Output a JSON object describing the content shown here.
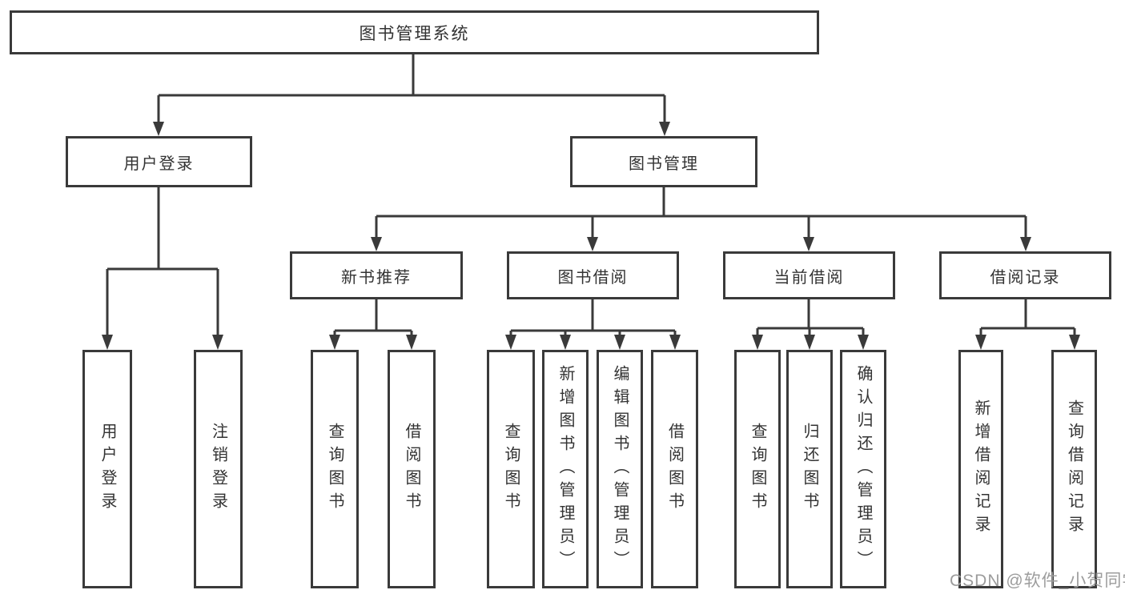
{
  "colors": {
    "line": "#3a3a3a",
    "text": "#333333",
    "box_fill": "#ffffff",
    "watermark": "#9c9c9c",
    "background": "#ffffff"
  },
  "watermark": {
    "text": "CSDN @软件_小贺同学"
  },
  "tree": {
    "label": "图书管理系统",
    "children": [
      {
        "label": "用户登录",
        "children": [
          {
            "label": "用户登录"
          },
          {
            "label": "注销登录"
          }
        ]
      },
      {
        "label": "图书管理",
        "children": [
          {
            "label": "新书推荐",
            "children": [
              {
                "label": "查询图书"
              },
              {
                "label": "借阅图书"
              }
            ]
          },
          {
            "label": "图书借阅",
            "children": [
              {
                "label": "查询图书"
              },
              {
                "label": "新增图书（管理员）"
              },
              {
                "label": "编辑图书（管理员）"
              },
              {
                "label": "借阅图书"
              }
            ]
          },
          {
            "label": "当前借阅",
            "children": [
              {
                "label": "查询图书"
              },
              {
                "label": "归还图书"
              },
              {
                "label": "确认归还（管理员）"
              }
            ]
          },
          {
            "label": "借阅记录",
            "children": [
              {
                "label": "新增借阅记录"
              },
              {
                "label": "查询借阅记录"
              }
            ]
          }
        ]
      }
    ]
  }
}
